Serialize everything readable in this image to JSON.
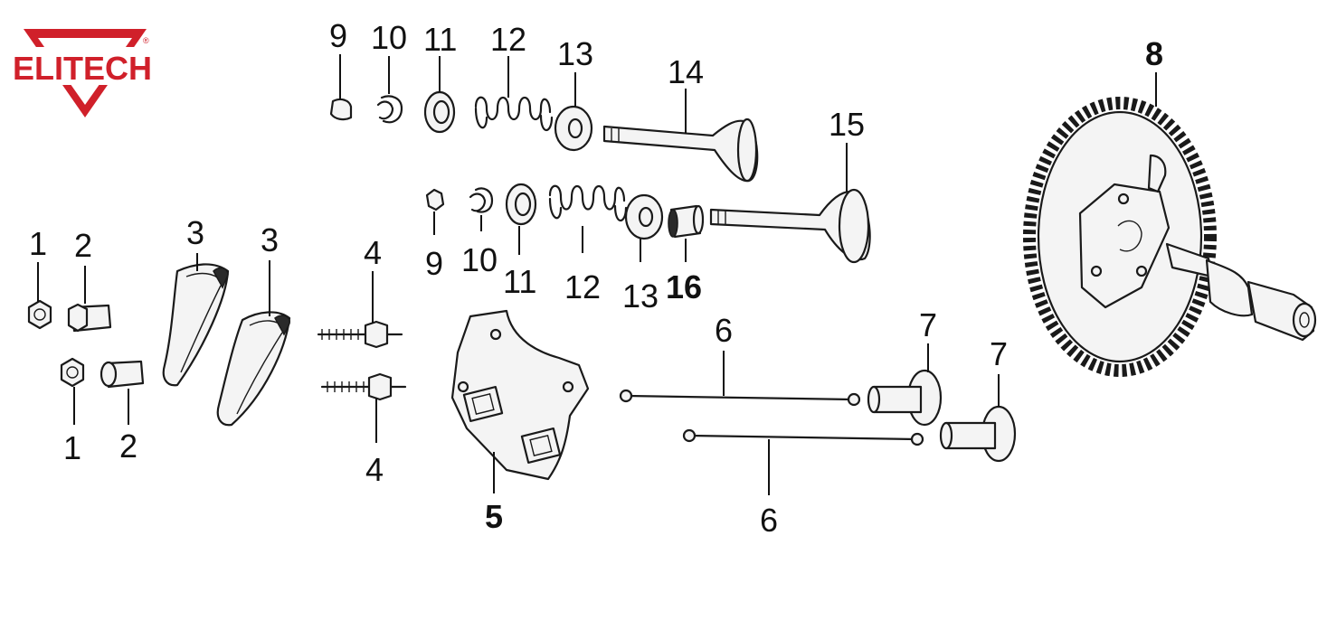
{
  "brand": {
    "name": "ELITECH",
    "reg_mark": "®",
    "color": "#d0202a"
  },
  "labels": {
    "p1_top": "1",
    "p2_top": "2",
    "p1_bot": "1",
    "p2_bot": "2",
    "p3_left": "3",
    "p3_right": "3",
    "p4_top": "4",
    "p4_bot": "4",
    "p5": "5",
    "p6_top": "6",
    "p6_bot": "6",
    "p7_left": "7",
    "p7_right": "7",
    "p8": "8",
    "p9_top": "9",
    "p10_top": "10",
    "p11_top": "11",
    "p12_top": "12",
    "p13_top": "13",
    "p14": "14",
    "p15": "15",
    "p9_bot": "9",
    "p10_bot": "10",
    "p11_bot": "11",
    "p12_bot": "12",
    "p13_bot": "13",
    "p16": "16"
  }
}
